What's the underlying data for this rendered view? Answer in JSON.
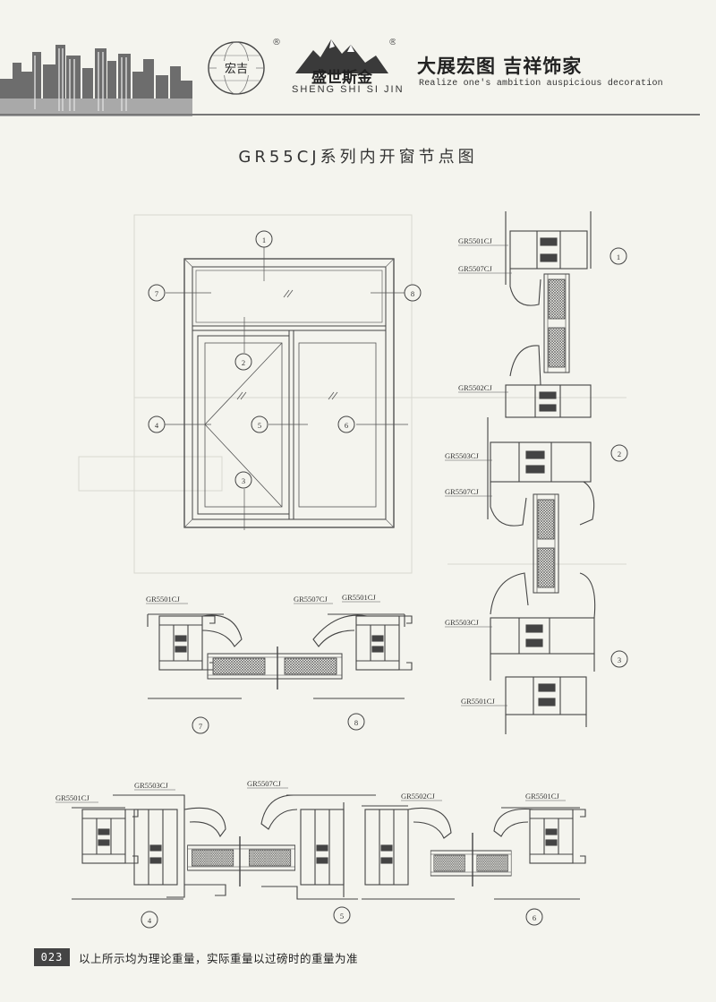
{
  "header": {
    "logo_text": "宏吉",
    "brand_cn": "盛世斯金",
    "brand_en": "SHENG SHI SI JIN",
    "slogan_cn": "大展宏图 吉祥饰家",
    "slogan_en": "Realize one's ambition auspicious decoration",
    "registered_mark": "®"
  },
  "title": "GR55CJ系列内开窗节点图",
  "elevation": {
    "callouts": [
      "1",
      "2",
      "3",
      "4",
      "5",
      "6",
      "7",
      "8"
    ]
  },
  "profiles": {
    "gr5501": "GR5501CJ",
    "gr5502": "GR5502CJ",
    "gr5503": "GR5503CJ",
    "gr5507": "GR5507CJ"
  },
  "sections": {
    "s1": "1",
    "s2": "2",
    "s3": "3",
    "s4": "4",
    "s5": "5",
    "s6": "6",
    "s7": "7",
    "s8": "8"
  },
  "footer": {
    "page_number": "023",
    "note": "以上所示均为理论重量，实际重量以过磅时的重量为准"
  }
}
